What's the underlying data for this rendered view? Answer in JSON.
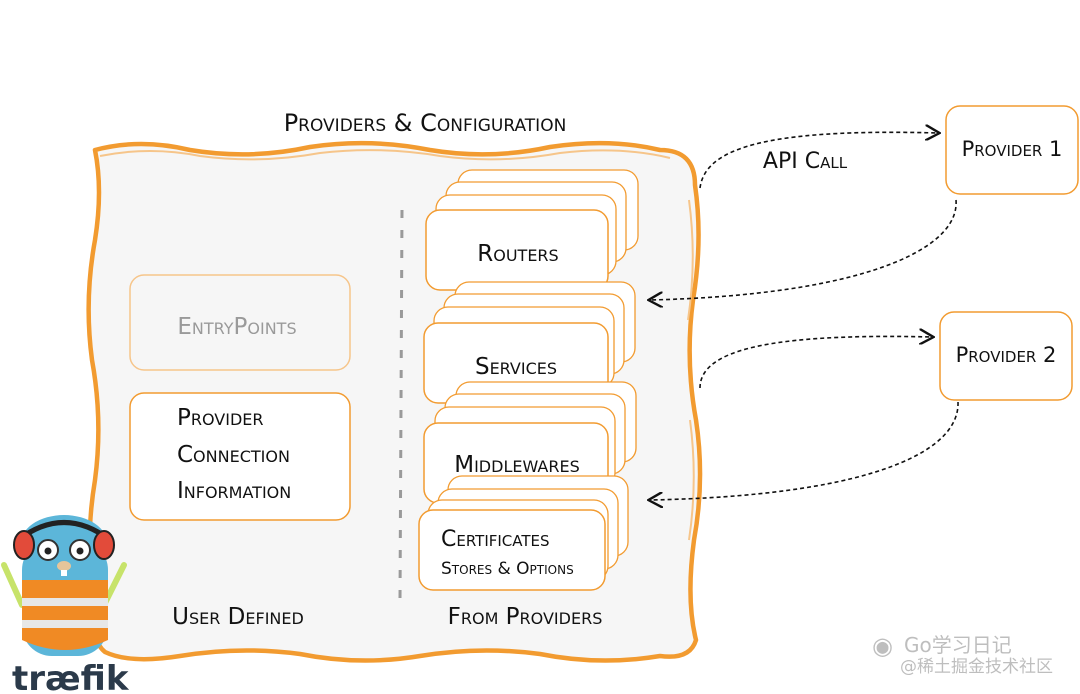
{
  "title": "Providers & Configuration",
  "api_call_label": "API Call",
  "providers": [
    {
      "label": "Provider 1"
    },
    {
      "label": "Provider 2"
    }
  ],
  "user_defined": {
    "entrypoints_label": "EntryPoints",
    "provider_connection_lines": [
      "Provider",
      "Connection",
      "Information"
    ],
    "section_label": "User Defined"
  },
  "from_providers": {
    "routers_label": "Routers",
    "services_label": "Services",
    "middlewares_label": "Middlewares",
    "certificates_line1": "Certificates",
    "certificates_line2": "Stores & Options",
    "section_label": "From Providers"
  },
  "logo": {
    "text": "træfik"
  },
  "watermark": {
    "line1": "Go学习日记",
    "line2": "@稀土掘金技术社区"
  },
  "colors": {
    "orange": "#f29b30",
    "light_orange": "#f6c58a",
    "panel_bg": "#f6f6f6",
    "box_fill": "#ffffff",
    "muted_text": "#9a9a9a"
  }
}
